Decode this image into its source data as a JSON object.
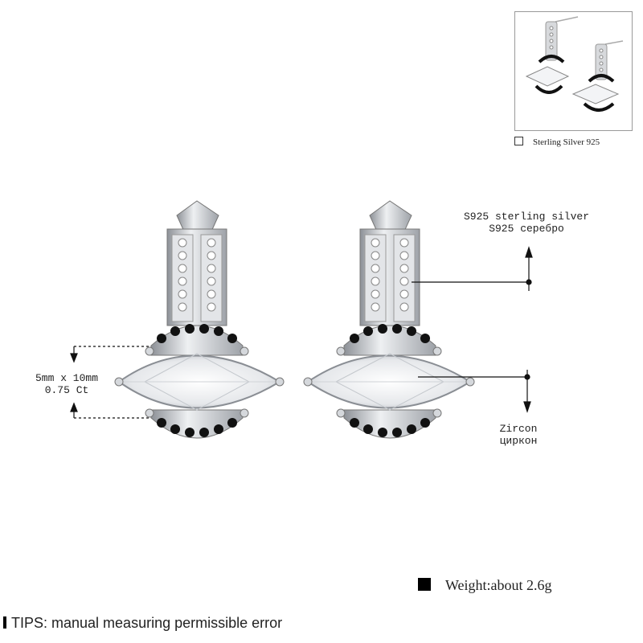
{
  "inset": {
    "caption": "Sterling Silver 925"
  },
  "labels": {
    "size_line1": "5mm x 10mm",
    "size_line2": "0.75 Ct",
    "metal_line1": "S925 sterling silver",
    "metal_line2": "S925 серебро",
    "stone_line1": "Zircon",
    "stone_line2": "циркон"
  },
  "footer": {
    "weight": "Weight:about 2.6g",
    "tips": "TIPS: manual measuring permissible error"
  },
  "colors": {
    "silver": "#c9ccd1",
    "black_stone": "#111111",
    "zircon": "#eef0f2"
  }
}
